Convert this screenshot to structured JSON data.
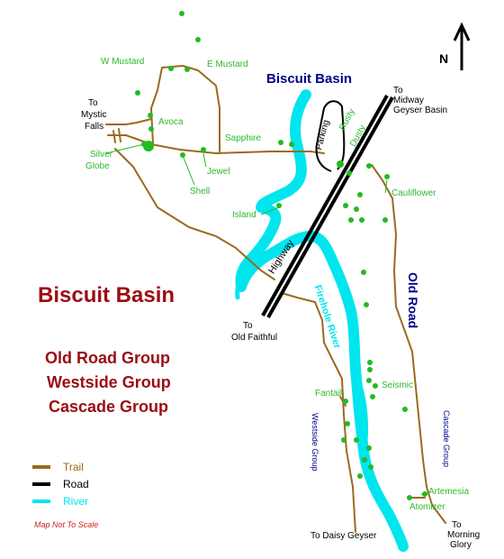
{
  "map": {
    "title": "Biscuit Basin",
    "basin_label": "Biscuit Basin",
    "groups": [
      "Old Road Group",
      "Westside Group",
      "Cascade Group"
    ],
    "north_label": "N",
    "note": "Map Not To Scale",
    "colors": {
      "trail": "#9b6a1e",
      "road": "#000000",
      "river": "#00e5ee",
      "feature": "#22bb22",
      "title": "#9b0d14",
      "label_navy": "#00008b"
    }
  },
  "legend": {
    "trail": "Trail",
    "road": "Road",
    "river": "River"
  },
  "features": {
    "w_mustard": "W Mustard",
    "e_mustard": "E Mustard",
    "avoca": "Avoca",
    "silver_globe_line1": "Silver",
    "silver_globe_line2": "Globe",
    "sapphire": "Sapphire",
    "jewel": "Jewel",
    "shell": "Shell",
    "island": "Island",
    "cauliflower": "Cauliflower",
    "rusty": "Rusty",
    "dusty": "Dusty",
    "fantail": "Fantail",
    "seismic": "Seismic",
    "artemesia": "Artemesia",
    "atomizer": "Atomizer"
  },
  "places": {
    "to_mystic_line1": "To",
    "to_mystic_line2": "Mystic",
    "to_mystic_line3": "Falls",
    "to_midway_line1": "To",
    "to_midway_line2": "Midway",
    "to_midway_line3": "Geyser Basin",
    "to_old_faithful_line1": "To",
    "to_old_faithful_line2": "Old Faithful",
    "to_daisy": "To Daisy Geyser",
    "to_morning_line1": "To",
    "to_morning_line2": "Morning",
    "to_morning_line3": "Glory",
    "parking": "Parking",
    "highway": "Highway",
    "firehole_river": "Firehole River",
    "old_road": "Old Road",
    "westside_group": "Westside Group",
    "cascade_group": "Cascade Group"
  }
}
